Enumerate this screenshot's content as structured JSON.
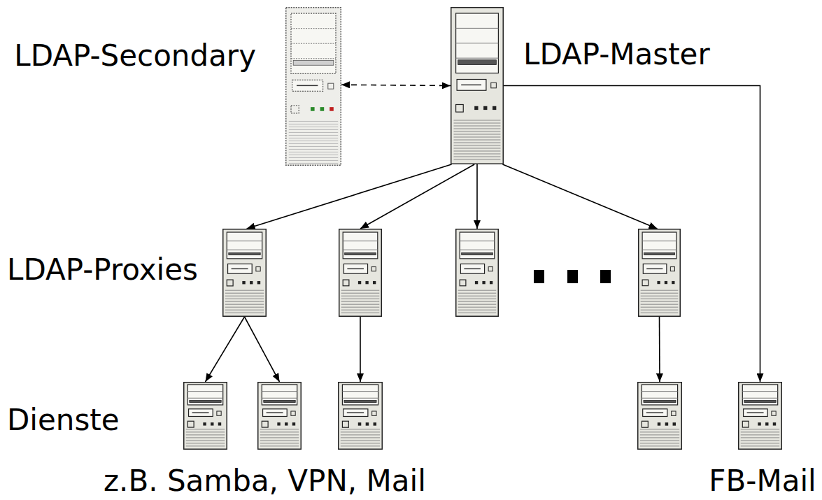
{
  "diagram": {
    "nodes": [
      {
        "text": [
          "LDAP-Secondary"
        ]
      },
      {
        "text": [
          "LDAP-Master"
        ]
      },
      {
        "text": [
          "LDAP-Proxies"
        ]
      },
      {
        "text": []
      },
      {
        "text": []
      },
      {
        "text": []
      },
      {
        "text": [
          "Dienste"
        ]
      },
      {
        "text": []
      },
      {
        "text": []
      },
      {
        "text": []
      },
      {
        "text": [
          "FB-Mail"
        ]
      }
    ],
    "edges": [
      {
        "from": 0,
        "to": 1,
        "arrow": "both"
      },
      {
        "from": 1,
        "to": 2,
        "arrow": "to"
      },
      {
        "from": 1,
        "to": 3,
        "arrow": "to"
      },
      {
        "from": 1,
        "to": 4,
        "arrow": "to"
      },
      {
        "from": 1,
        "to": 5,
        "arrow": "to"
      },
      {
        "from": 1,
        "to": 10,
        "arrow": "to"
      },
      {
        "from": 2,
        "to": 6,
        "arrow": "to"
      },
      {
        "from": 2,
        "to": 7,
        "arrow": "to"
      },
      {
        "from": 3,
        "to": 8,
        "arrow": "to"
      },
      {
        "from": 5,
        "to": 9,
        "arrow": "to"
      }
    ],
    "labels": [
      "z.B. Samba, VPN, Mail"
    ]
  }
}
